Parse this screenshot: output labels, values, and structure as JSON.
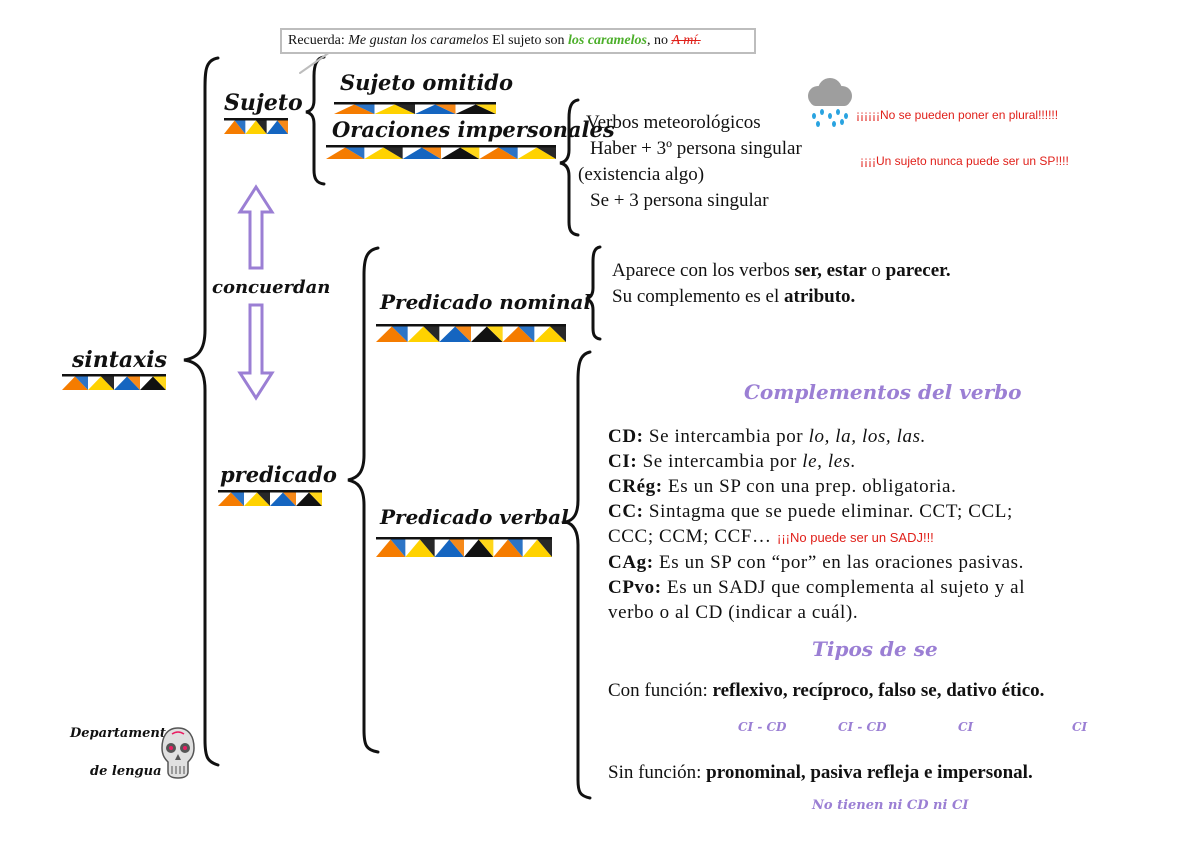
{
  "colors": {
    "orange": "#f57c00",
    "yellow": "#ffd200",
    "blue": "#1565c0",
    "black": "#111111",
    "purple": "#9b7fd4",
    "red": "#e0201a",
    "green": "#4caf2a"
  },
  "note": {
    "prefix": "Recuerda:",
    "example": "Me gustan los caramelos",
    "middle": "El sujeto son",
    "subject": "los caramelos",
    "sep": ", no",
    "wrong": "A mí."
  },
  "root": {
    "label": "sintaxis"
  },
  "sujeto": {
    "label": "Sujeto",
    "omitido": "Sujeto omitido",
    "impersonales": "Oraciones impersonales"
  },
  "impersonal_items": [
    "Verbos meteorológicos",
    "Haber + 3º persona singular",
    "(existencia algo)",
    "Se + 3 persona singular"
  ],
  "warnings": {
    "plural": "¡¡¡¡¡¡No se pueden poner en plural!!!!!!",
    "sp": "¡¡¡¡Un sujeto nunca puede ser un SP!!!!",
    "sadj": "¡¡¡No puede ser un SADJ!!!"
  },
  "concuerdan": "concuerdan",
  "predicado": {
    "label": "predicado",
    "nominal": "Predicado nominal",
    "verbal": "Predicado verbal"
  },
  "nominal_text": {
    "l1_a": "Aparece con los verbos ",
    "ser": "ser,",
    "estar": "estar",
    "o": " o ",
    "parecer": "parecer.",
    "l2_a": "Su complemento es el ",
    "atributo": "atributo."
  },
  "complementos": {
    "title": "Complementos del verbo",
    "items": [
      {
        "abbr": "CD:",
        "text": " Se intercambia por ",
        "ital": "lo, la, los, las."
      },
      {
        "abbr": "CI:",
        "text": " Se intercambia por ",
        "ital": "le, les."
      },
      {
        "abbr": "CRég:",
        "text": " Es un SP con una prep. obligatoria."
      },
      {
        "abbr": "CC:",
        "text": " Sintagma que se puede eliminar. CCT; CCL;"
      },
      {
        "abbr": "",
        "text": "CCC; CCM; CCF…"
      },
      {
        "abbr": "CAg:",
        "text": " Es un SP con “por” en las oraciones pasivas."
      },
      {
        "abbr": "CPvo:",
        "text": " Es un SADJ que complementa al sujeto y al"
      },
      {
        "abbr": "",
        "text": "verbo o al CD (indicar a cuál)."
      }
    ]
  },
  "tipos_se": {
    "title": "Tipos de se",
    "con_label": "Con función: ",
    "con_items": "reflexivo, recíproco, falso se, dativo ético.",
    "con_notes": [
      "CI - CD",
      "CI - CD",
      "CI",
      "CI"
    ],
    "sin_label": "Sin función: ",
    "sin_items": "pronominal, pasiva refleja e impersonal.",
    "sin_note": "No tienen ni CD ni CI"
  },
  "departamento": {
    "line1": "Departamento",
    "line2": "de lengua"
  },
  "icons": [
    "rain-cloud-icon",
    "skull-icon",
    "double-arrow-icon"
  ]
}
